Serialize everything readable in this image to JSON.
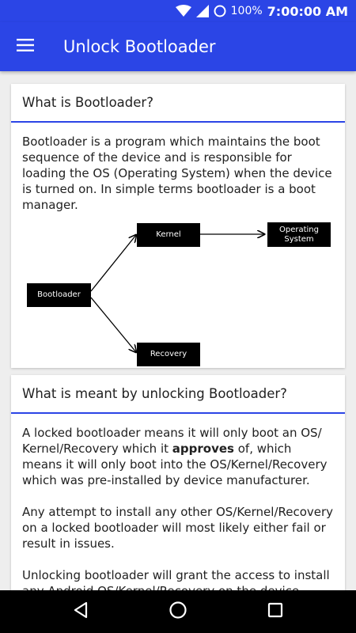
{
  "status_bar": {
    "battery": "100%",
    "time": "7:00:00 AM"
  },
  "app_bar": {
    "title": "Unlock Bootloader"
  },
  "cards": [
    {
      "title": "What is Bootloader?",
      "paragraphs": [
        "Bootloader is a program which maintains the boot sequence of the device and is responsible for loading the OS (Operating System) when the device is turned on. In simple terms bootloader is a boot manager."
      ],
      "diagram": {
        "nodes": {
          "bootloader": "Bootloader",
          "kernel": "Kernel",
          "os_line1": "Operating",
          "os_line2": "System",
          "recovery": "Recovery"
        }
      }
    },
    {
      "title": "What is meant by unlocking Bootloader?",
      "paragraph1_pre": "A locked bootloader means it will only boot an OS/ Kernel/Recovery which it ",
      "paragraph1_bold": "approves",
      "paragraph1_post": " of, which means it will only boot into the OS/Kernel/Recovery which was pre-installed by device manufacturer.",
      "paragraph2": "Any attempt to install any other OS/Kernel/Recovery on a locked bootloader will most likely either fail or result in issues.",
      "paragraph3": "Unlocking bootloader will grant the access to install any Android OS/Kernel/Recovery on the device."
    }
  ],
  "icons": {
    "wifi": "wifi-icon",
    "signal": "signal-icon",
    "sync": "sync-circle-icon",
    "menu": "menu-icon",
    "back": "back-triangle-icon",
    "home": "home-circle-icon",
    "recents": "recents-square-icon"
  },
  "colors": {
    "primary": "#2b45e6",
    "background": "#eeeeee",
    "card": "#ffffff",
    "diagram_node": "#000000"
  }
}
